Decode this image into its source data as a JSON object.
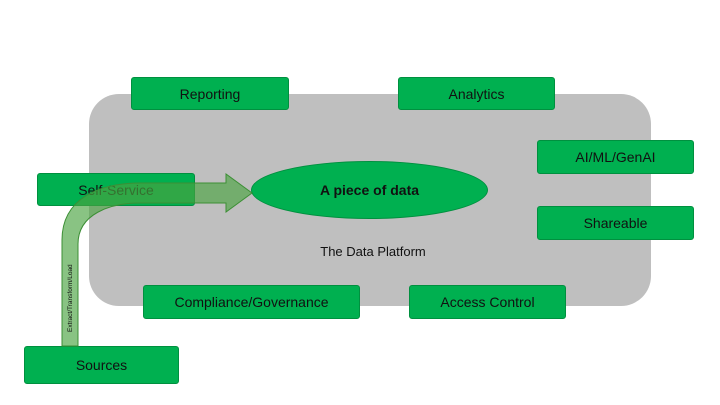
{
  "diagram": {
    "platform_label": "The Data Platform",
    "center_label": "A piece of data",
    "arrow_label": "Extract/Transform/Load",
    "nodes": {
      "reporting": "Reporting",
      "analytics": "Analytics",
      "ai_ml": "AI/ML/GenAI",
      "self_service": "Self-Service",
      "shareable": "Shareable",
      "compliance": "Compliance/Governance",
      "access_control": "Access Control",
      "sources": "Sources"
    }
  },
  "colors": {
    "node_fill": "#00b050",
    "platform_fill": "#bfbfbf",
    "arrow_fill": "#4aa340"
  }
}
